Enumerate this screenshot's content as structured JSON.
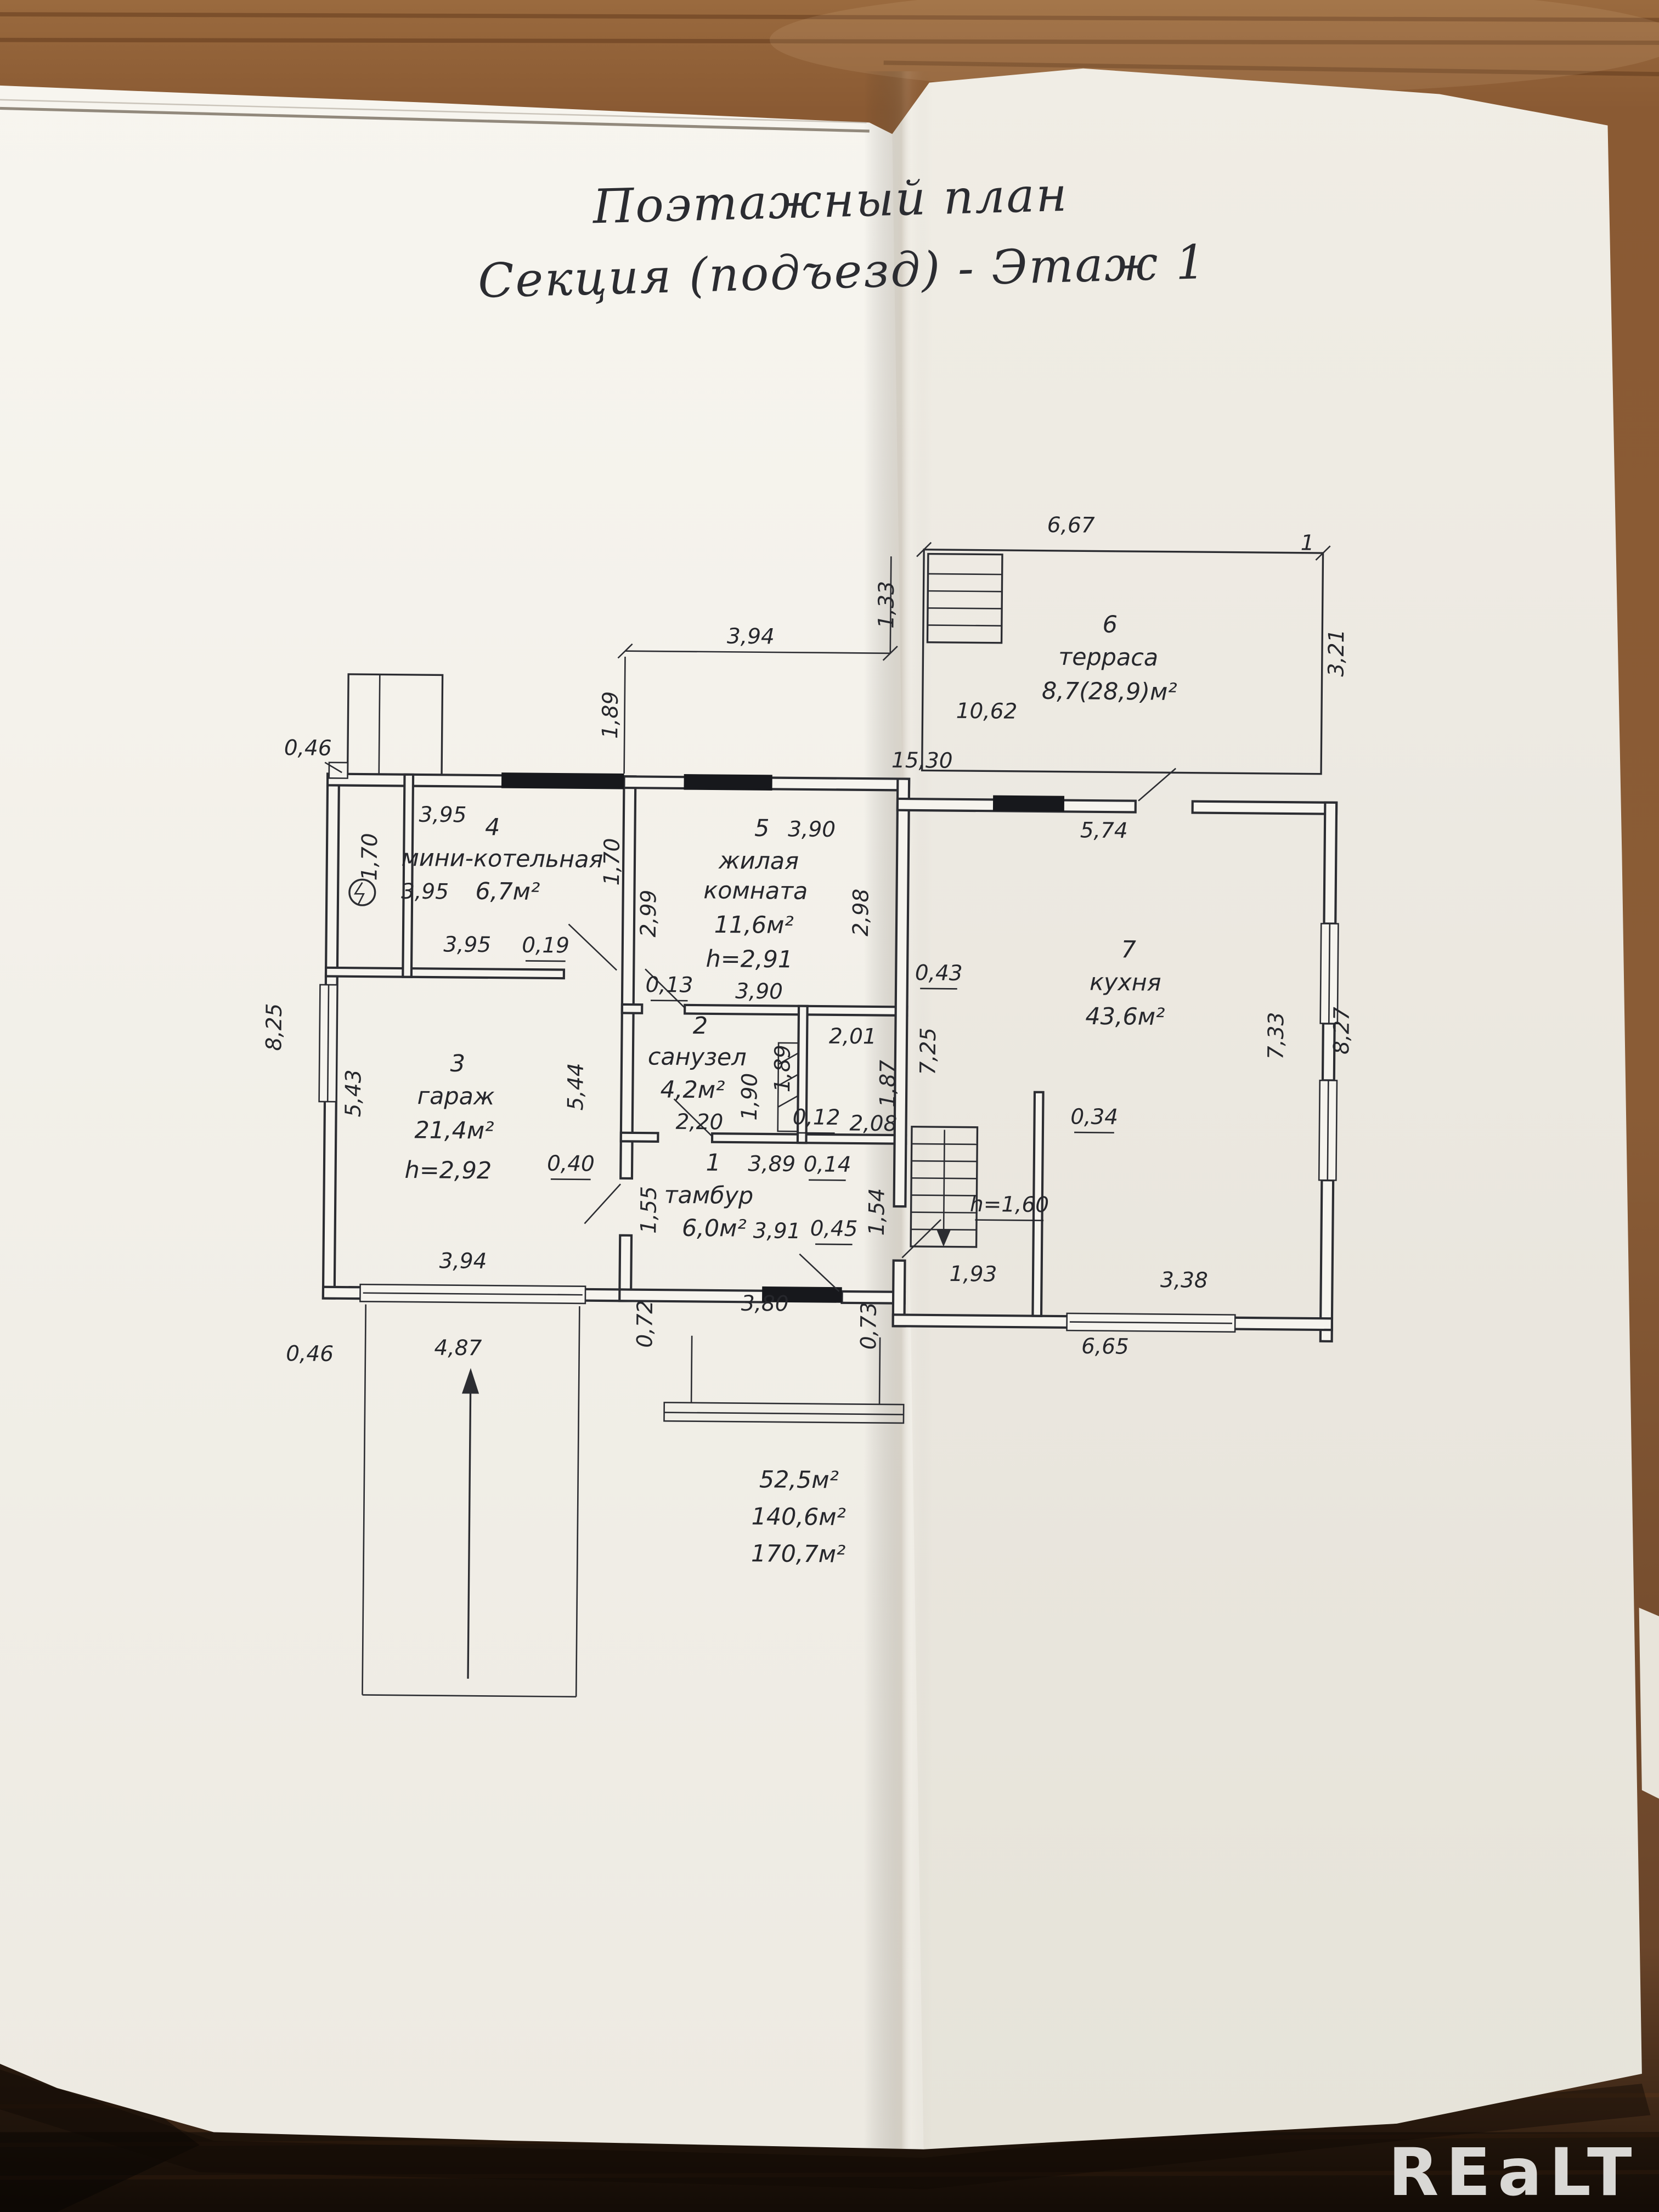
{
  "title": {
    "line1": "Поэтажный план",
    "line2": "Секция (подъезд) -  Этаж 1"
  },
  "rooms": {
    "hall": {
      "num": "1",
      "name": "тамбур",
      "area": "6,0м²"
    },
    "bath": {
      "num": "2",
      "name": "санузел",
      "area": "4,2м²"
    },
    "garage": {
      "num": "3",
      "name": "гараж",
      "area": "21,4м²",
      "height": "h=2,92"
    },
    "boiler": {
      "num": "4",
      "name": "мини-котельная",
      "area": "6,7м²"
    },
    "living": {
      "num": "5",
      "name_line1": "жилая",
      "name_line2": "комната",
      "area": "11,6м²",
      "height": "h=2,91"
    },
    "terrace": {
      "num": "6",
      "name": "терраса",
      "area": "8,7(28,9)м²"
    },
    "kitchen": {
      "num": "7",
      "name": "кухня",
      "area": "43,6м²"
    }
  },
  "dims": {
    "point_label": "1",
    "terrace": [
      "6,67",
      "3,21",
      "1,33",
      "10,62",
      "15,30"
    ],
    "top": [
      "3,94",
      "1,89"
    ],
    "boiler": [
      "0,46",
      "3,95",
      "1,70",
      "3,95",
      "3,95",
      "0,19",
      "1,70"
    ],
    "living": [
      "3,90",
      "2,99",
      "2,98",
      "0,13",
      "3,90"
    ],
    "kitchen": [
      "5,74",
      "0,43",
      "7,25",
      "7,33",
      "8,27",
      "0,34",
      "1,93",
      "3,38",
      "6,65",
      "h=1,60"
    ],
    "garage": [
      "8,25",
      "5,43",
      "5,44",
      "0,40",
      "3,94",
      "0,46",
      "4,87"
    ],
    "bath": [
      "2,20",
      "1,90",
      "1,89",
      "0,12",
      "2,01",
      "1,87",
      "2,08"
    ],
    "hall": [
      "3,89",
      "0,14",
      "1,55",
      "1,54",
      "3,91",
      "0,45",
      "0,72",
      "3,80",
      "0,73"
    ]
  },
  "totals": [
    "52,5м²",
    "140,6м²",
    "170,7м²"
  ],
  "photo": {
    "watermark": "REaLT"
  }
}
